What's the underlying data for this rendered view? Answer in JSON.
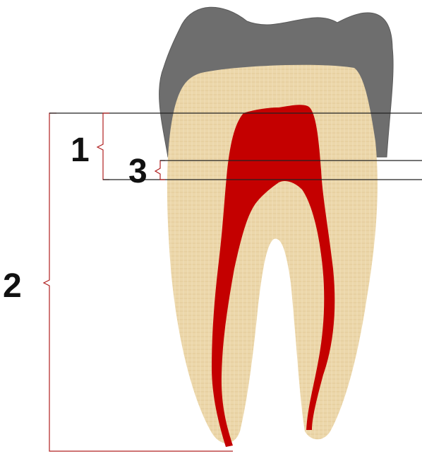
{
  "labels": {
    "one": "1",
    "two": "2",
    "three": "3"
  },
  "colors": {
    "crown": "#6e6e6e",
    "crown_stroke": "#5a5a5a",
    "dentin": "#ecd7aa",
    "pulp": "#c40000",
    "bracket_red": "#b02020",
    "line_dark": "#222222"
  }
}
